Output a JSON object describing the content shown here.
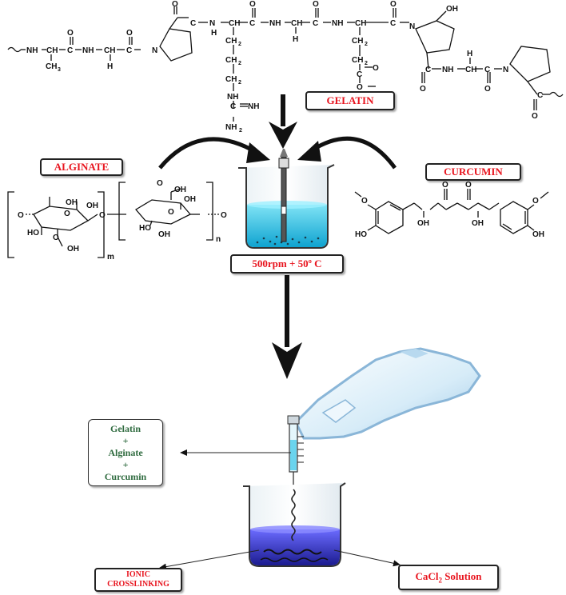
{
  "labels": {
    "gelatin": "GELATIN",
    "alginate": "ALGINATE",
    "curcumin": "CURCUMIN",
    "conditions": "500rpm + 50º C",
    "ionic_line1": "IONIC",
    "ionic_line2": "CROSSLINKING",
    "cacl2_prefix": "CaCl",
    "cacl2_sub": "2",
    "cacl2_suffix": " Solution"
  },
  "mixture": [
    "Gelatin",
    "+",
    "Alginate",
    "+",
    "Curcumin"
  ],
  "chem": {
    "gelatin_chain": {
      "nh1": "NH",
      "ch1": "CH",
      "ch3": "CH",
      "ch3_sub": "3",
      "c1": "C",
      "o1": "O",
      "nh2": "NH",
      "ch2": "CH",
      "h1": "H",
      "c2": "C",
      "o2": "O",
      "n_pro1": "N",
      "c3": "C",
      "o3": "O",
      "n_arg": "N",
      "h_arg": "H",
      "ch_arg": "CH",
      "ch2_a": "CH",
      "ch2_b": "CH",
      "ch2_c": "CH",
      "sub2": "2",
      "nh_g": "NH",
      "c_g": "C",
      "nh_g2": "NH",
      "nh2_g": "NH",
      "sub_nh2": "2",
      "c4": "C",
      "o4": "O",
      "nh3": "NH",
      "ch4": "CH",
      "h2": "H",
      "c5": "C",
      "o5": "O",
      "nh4": "NH",
      "ch5": "CH",
      "ch2_d": "CH",
      "ch2_e": "CH",
      "c_e": "C",
      "o_e1": "O",
      "o_e2": "O",
      "c6": "C",
      "o6": "O",
      "n_pro2": "N",
      "oh_pro": "OH",
      "c7": "C",
      "o7": "O",
      "nh5": "NH",
      "ch6": "CH",
      "h3": "H",
      "c8": "C",
      "o8": "O",
      "n_pro3": "N",
      "c9": "C",
      "o9": "O"
    },
    "alginate_struct": {
      "oh1": "OH",
      "ho1": "HO",
      "o_ring1": "O",
      "oh2": "OH",
      "o_link": "O",
      "ho2": "HO",
      "oh3": "OH",
      "oh4": "OH",
      "oh5": "OH",
      "o_ring2": "O",
      "o_end": "O",
      "oh6": "OH",
      "m": "m",
      "n": "n",
      "o_carb1": "O",
      "o_carb2": "O"
    },
    "curcumin_struct": {
      "o_me1": "O",
      "ho1": "HO",
      "o1": "O",
      "o2": "O",
      "oh1": "OH",
      "oh2": "OH",
      "o_me2": "O",
      "oh3": "OH"
    }
  },
  "colors": {
    "label_red": "#e8141e",
    "mix_green": "#2f6b3f",
    "beaker_liquid": "#36c6e8",
    "crosslink_liquid": "#2f2fb3",
    "glove": "#cfe6f5"
  },
  "icons": [
    "arrow-down",
    "curved-arrow",
    "beaker-stirrer",
    "hand-syringe",
    "crosslink-beaker"
  ]
}
